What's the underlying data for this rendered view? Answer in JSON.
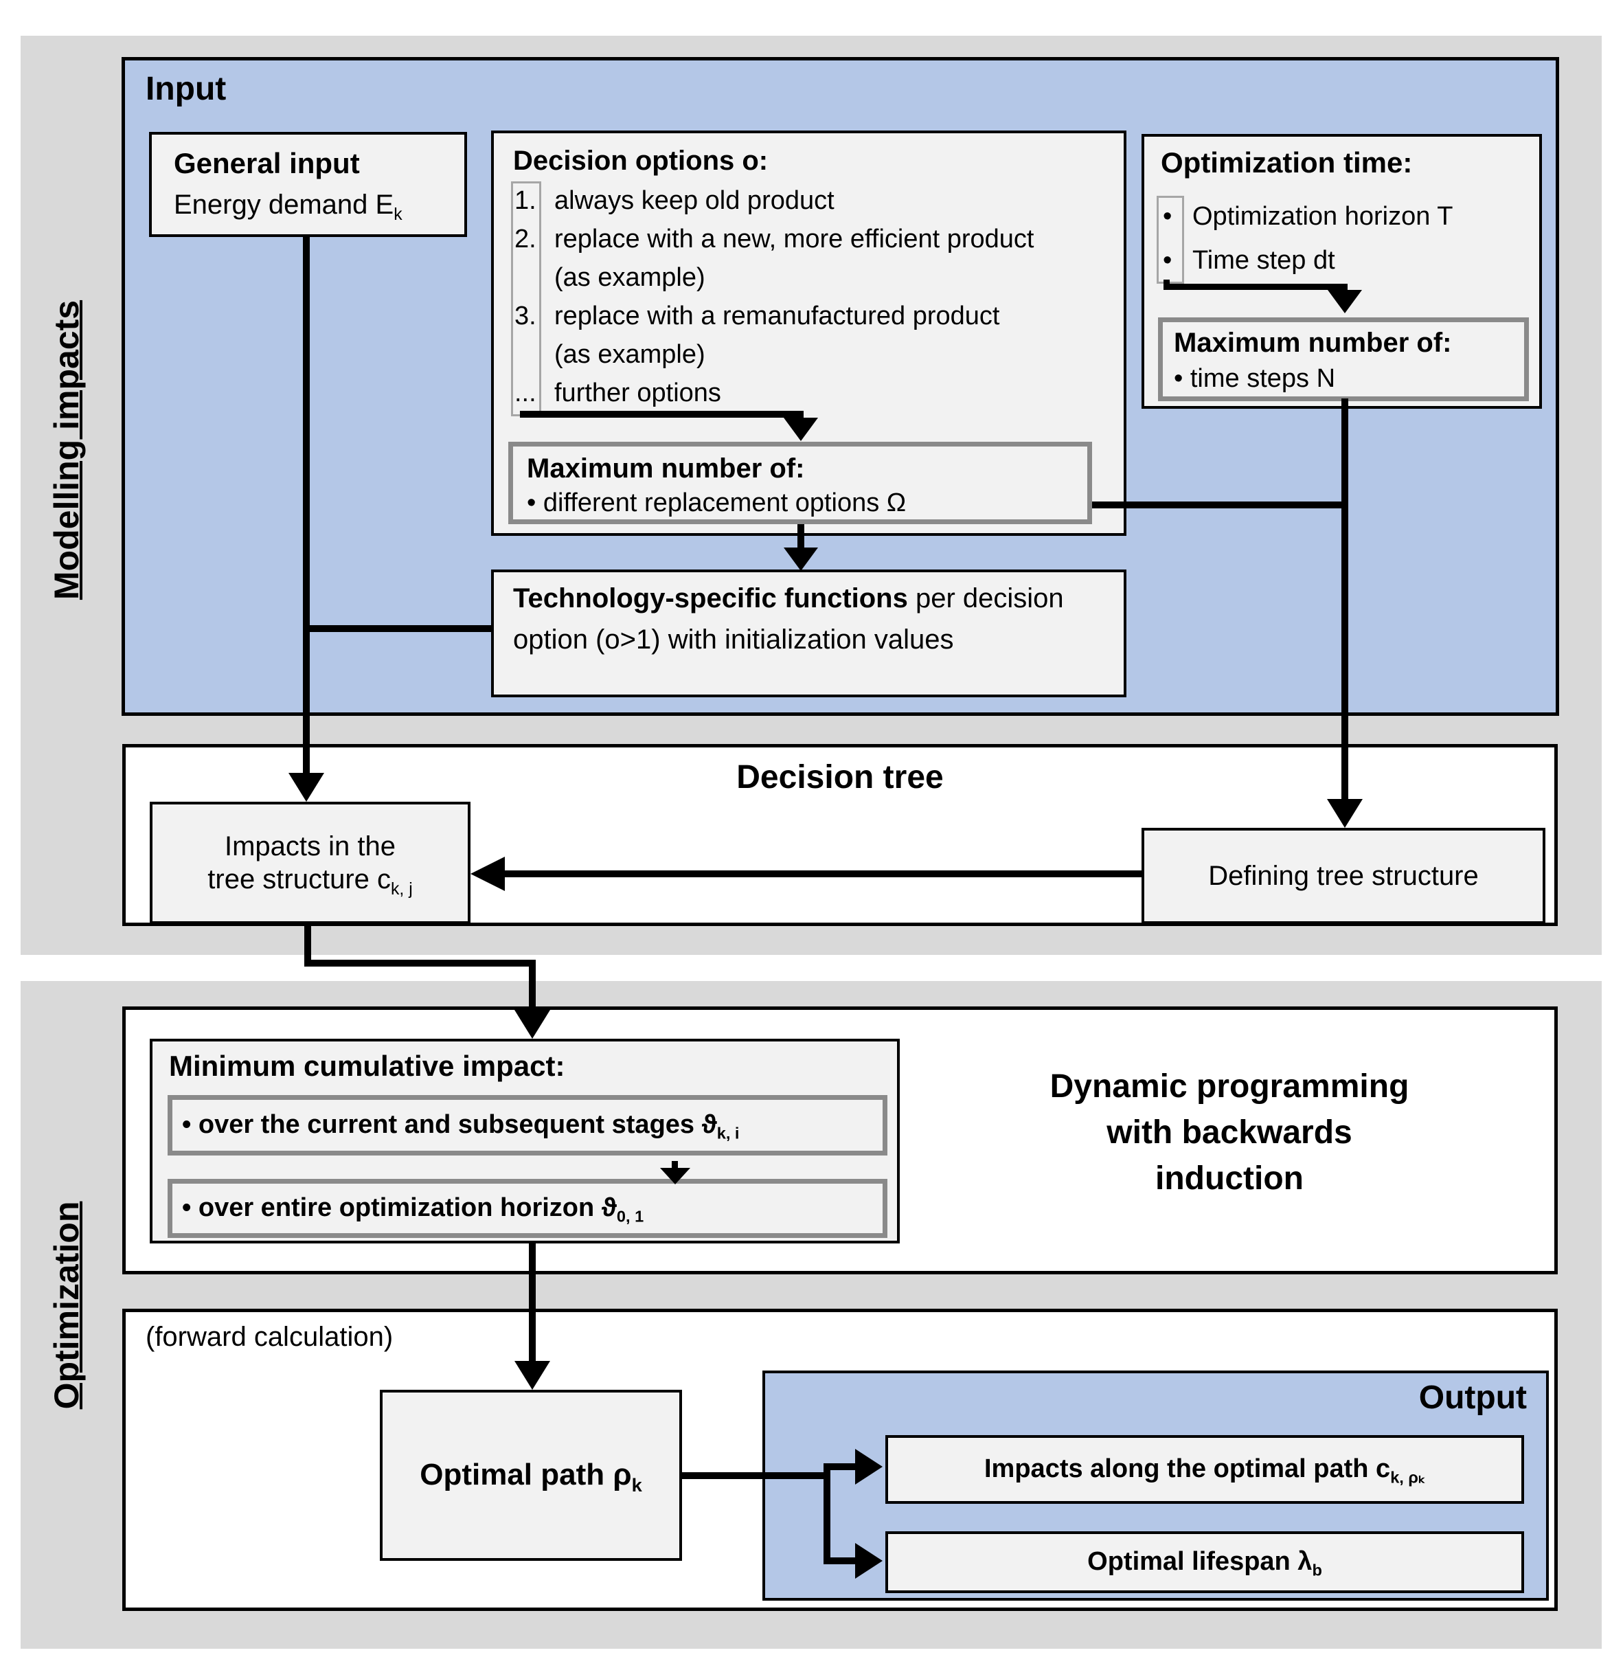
{
  "colors": {
    "panel_gray": "#d9d9d9",
    "input_blue": "#b4c7e7",
    "box_fill": "#f2f2f2",
    "black": "#000000",
    "gray_border": "#8a8a8a"
  },
  "side_labels": {
    "modelling": "Modelling impacts",
    "optimization": "Optimization"
  },
  "input": {
    "title": "Input",
    "general": {
      "title": "General input",
      "body": "Energy demand E_{k}"
    },
    "decision": {
      "title": "Decision options o:",
      "rows": [
        {
          "marker": "1.",
          "text": "always keep old product"
        },
        {
          "marker": "2.",
          "text": "replace with a new, more efficient product"
        },
        {
          "marker": "",
          "text": "(as example)"
        },
        {
          "marker": "3.",
          "text": "replace with a remanufactured product"
        },
        {
          "marker": "",
          "text": "(as example)"
        },
        {
          "marker": "...",
          "text": "further options"
        }
      ]
    },
    "max_replacement": {
      "title": "Maximum number of:",
      "bullet": "• different replacement options Ω"
    },
    "technology": {
      "bold": "Technology-specific functions",
      "rest": " per decision option (o>1) with initialization values"
    },
    "opt_time": {
      "title": "Optimization time:",
      "bullet_glyph": "•",
      "bullets": [
        "Optimization horizon T",
        "Time step dt"
      ],
      "max_steps": {
        "title": "Maximum number of:",
        "bullet": "• time steps N"
      }
    }
  },
  "decision_tree": {
    "title": "Decision tree",
    "impacts": {
      "line1": "Impacts in the",
      "line2": "tree structure c_{k, j}"
    },
    "defining": "Defining tree structure"
  },
  "dp": {
    "min_impact": {
      "title": "Minimum cumulative impact:",
      "stages": "• over the current and subsequent stages ϑ_{k, i}",
      "horizon": "• over entire optimization horizon ϑ_{0, 1}"
    },
    "label_line1": "Dynamic programming",
    "label_line2": "with backwards",
    "label_line3": "induction"
  },
  "forward": {
    "note": "(forward calculation)",
    "optimal_path": "Optimal path ρ_{k}",
    "output": {
      "title": "Output",
      "impacts": "Impacts along the optimal path c_{k, ρₖ}",
      "lifespan": "Optimal lifespan λ_{b}"
    }
  }
}
